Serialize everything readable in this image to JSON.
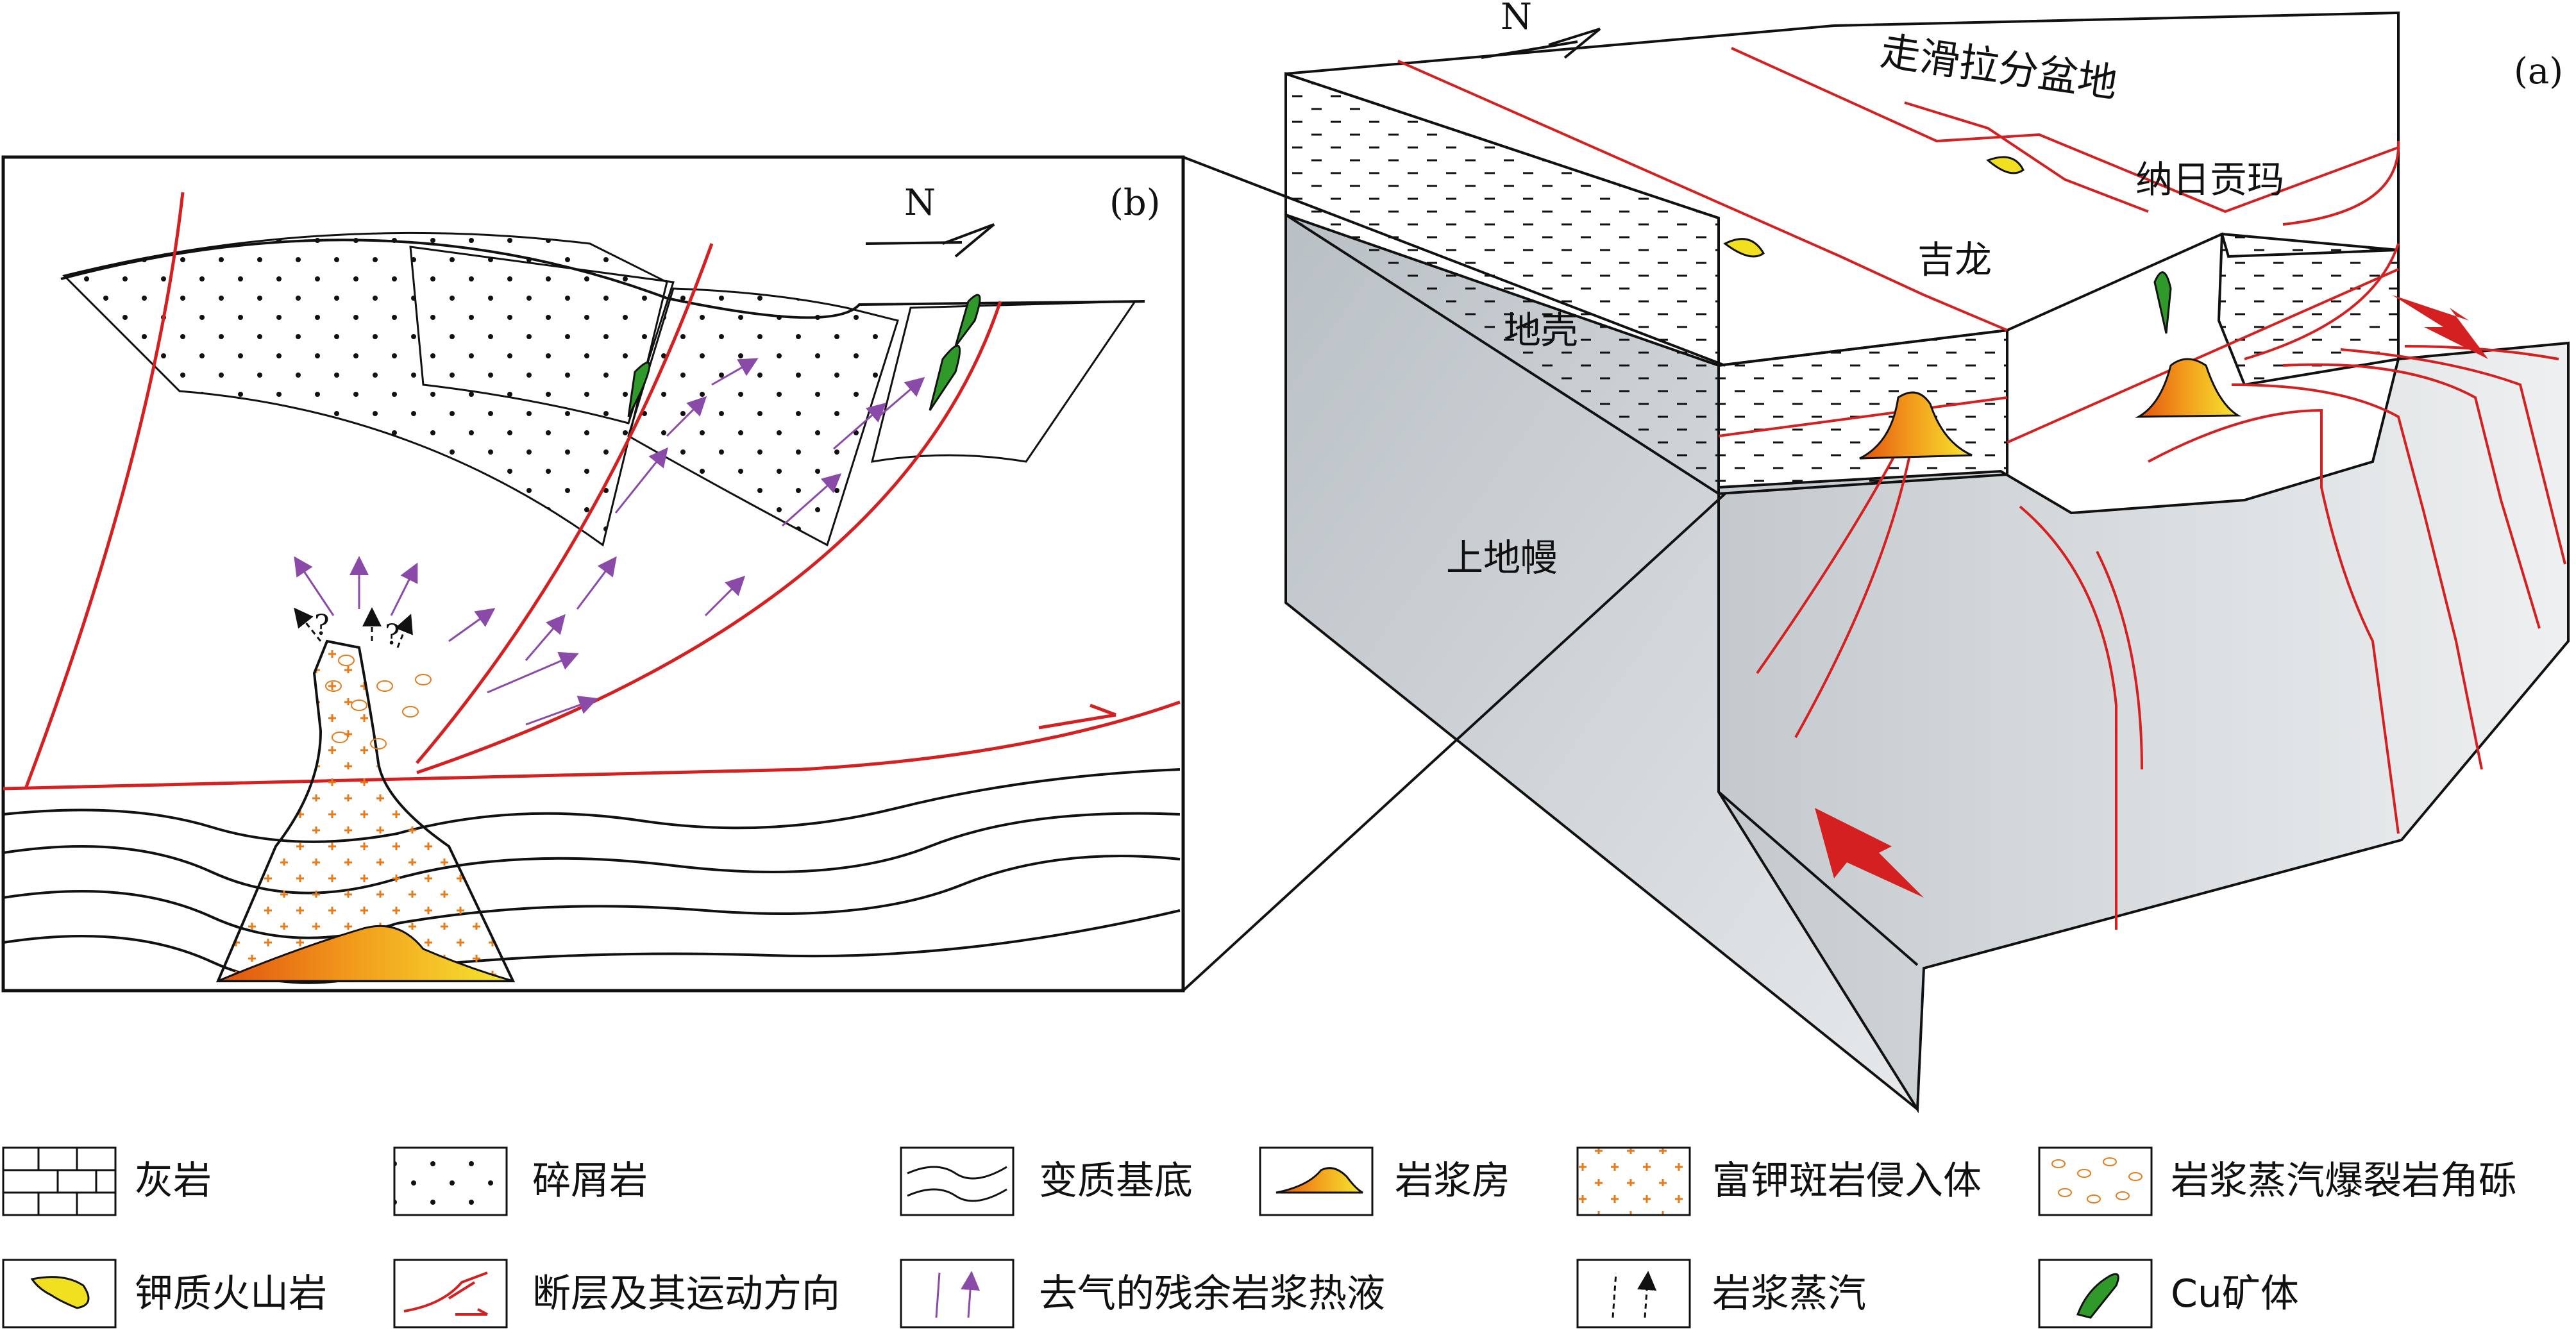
{
  "panel_a": {
    "label": "(a)",
    "north": "N",
    "basin": "走滑拉分盆地",
    "deposit_east": "纳日贡玛",
    "deposit_west": "吉龙",
    "crust": "地壳",
    "mantle": "上地幔"
  },
  "panel_b": {
    "label": "(b)",
    "north": "N",
    "question_mark": "?"
  },
  "legend": [
    {
      "icon": "limestone-pattern",
      "label": "灰岩"
    },
    {
      "icon": "clastic-rock-pattern",
      "label": "碎屑岩"
    },
    {
      "icon": "metamorphic-basement-pattern",
      "label": "变质基底"
    },
    {
      "icon": "magma-chamber-symbol",
      "label": "岩浆房"
    },
    {
      "icon": "porphyry-intrusion-pattern",
      "label": "富钾斑岩侵入体"
    },
    {
      "icon": "breccia-pattern",
      "label": "岩浆蒸汽爆裂岩角砾"
    },
    {
      "icon": "volcanic-rock-symbol",
      "label": "钾质火山岩"
    },
    {
      "icon": "fault-arrow-symbol",
      "label": "断层及其运动方向"
    },
    {
      "icon": "hydrothermal-fluid-arrow",
      "label": "去气的残余岩浆热液"
    },
    {
      "icon": "magma-vapor-arrow",
      "label": "岩浆蒸汽"
    },
    {
      "icon": "cu-orebody-symbol",
      "label": "Cu矿体"
    }
  ],
  "colors": {
    "fault": "#d42020",
    "fluid": "#8a4aa8",
    "ore": "#2f9a2a",
    "volcanic": "#f0e020",
    "intrusion": "#e87a18",
    "mantle_grey": "#c9cfd3"
  }
}
